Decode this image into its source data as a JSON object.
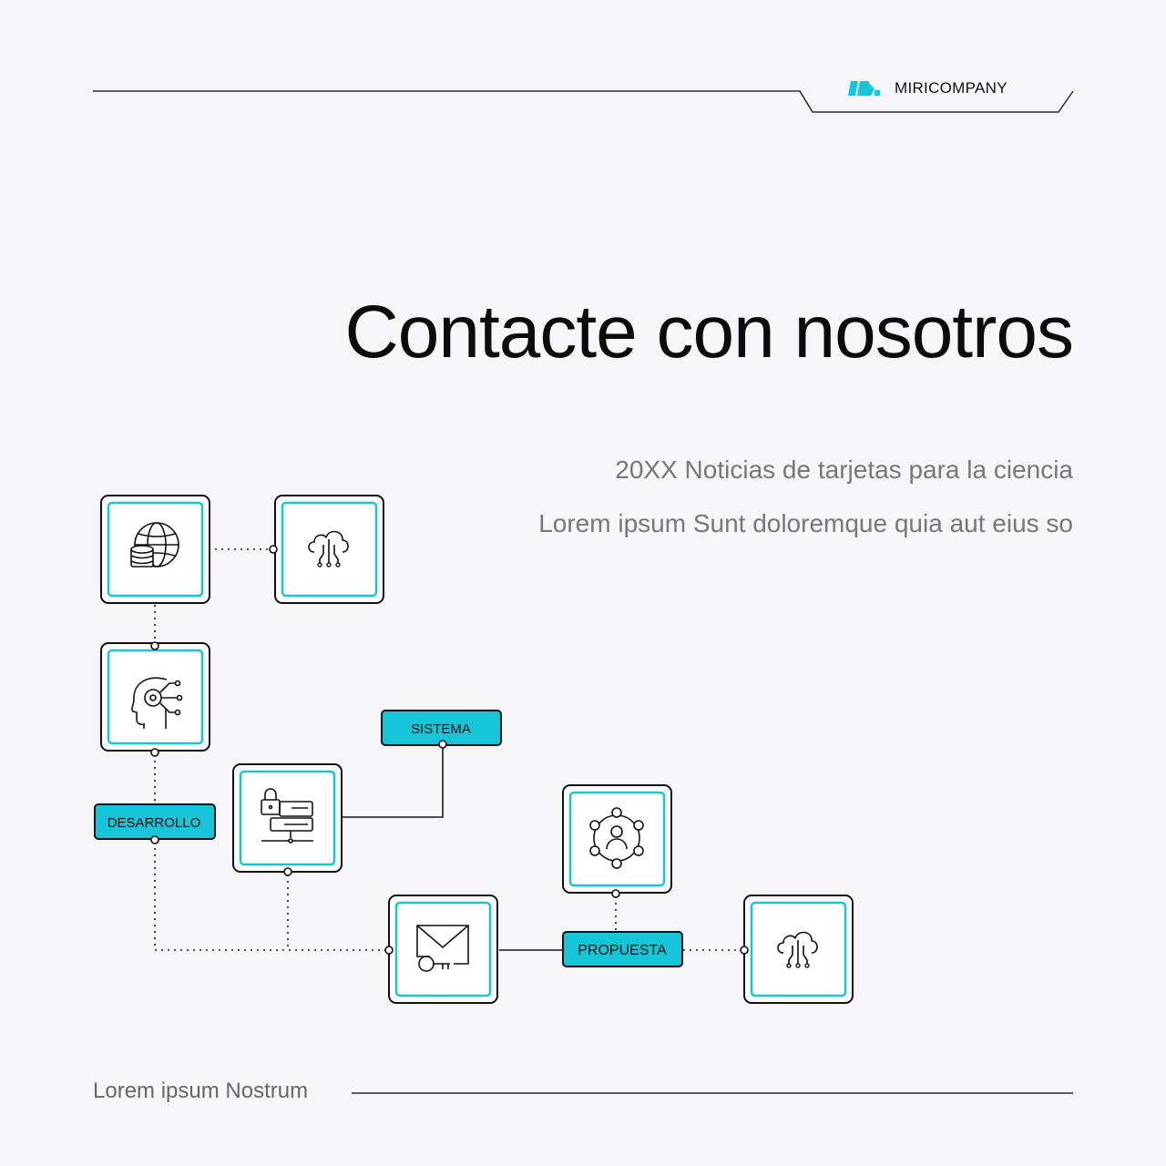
{
  "brand": {
    "name": "MIRICOMPANY",
    "logo_icon": "miricompany-logo-icon"
  },
  "title": "Contacte con nosotros",
  "subtitle_line1": "20XX Noticias de tarjetas para la ciencia",
  "subtitle_line2": "Lorem ipsum Sunt doloremque quia aut eius so",
  "footer": {
    "text": "Lorem ipsum Nostrum"
  },
  "diagram": {
    "labels": {
      "sistema": "SISTEMA",
      "desarrollo": "DESARROLLO",
      "propuesta": "PROPUESTA"
    },
    "nodes": [
      {
        "id": "n1",
        "icon": "globe-database-icon"
      },
      {
        "id": "n2",
        "icon": "cloud-network-icon"
      },
      {
        "id": "n3",
        "icon": "ai-head-icon"
      },
      {
        "id": "n4",
        "icon": "secure-server-icon"
      },
      {
        "id": "n5",
        "icon": "email-key-icon"
      },
      {
        "id": "n6",
        "icon": "user-network-icon"
      },
      {
        "id": "n7",
        "icon": "cloud-network-icon"
      }
    ],
    "colors": {
      "accent": "#16c6d8",
      "line": "#1a1a1a",
      "label_bg": "#16c6d8"
    }
  }
}
